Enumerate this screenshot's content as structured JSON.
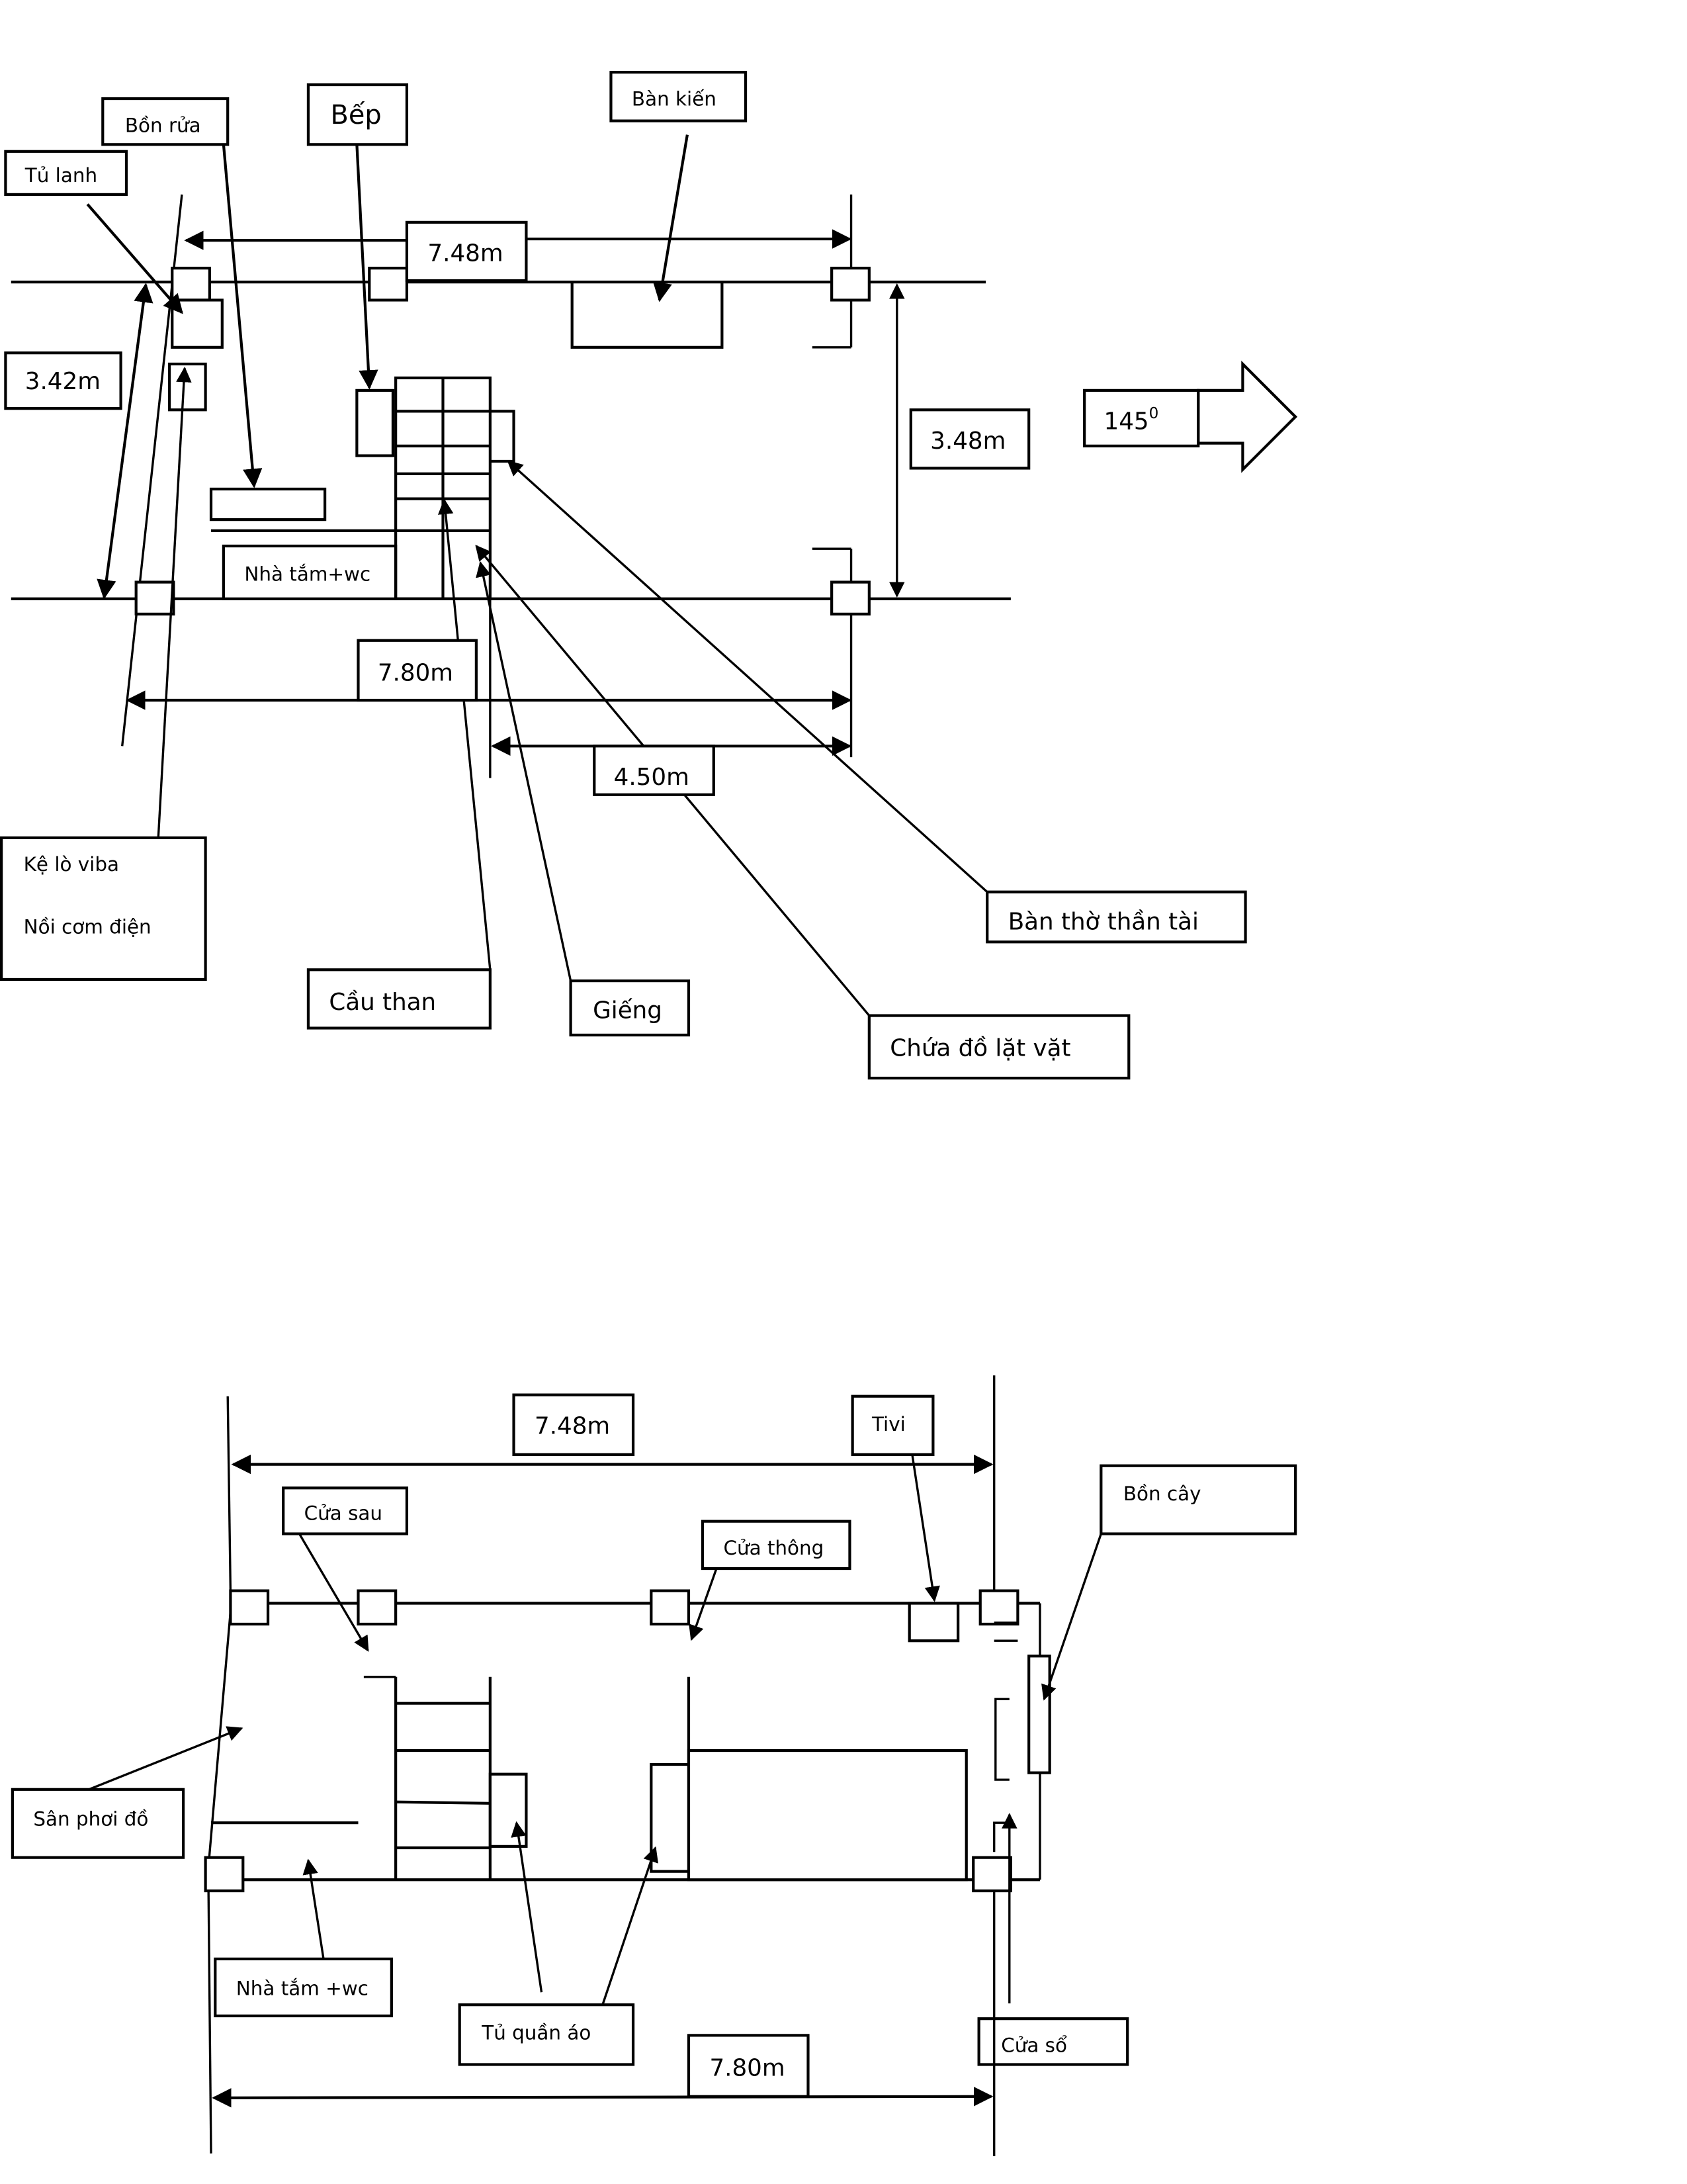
{
  "top_plan": {
    "labels": {
      "bon_rua": "Bồn rửa",
      "bep": "Bếp",
      "ban_kien": "Bàn kiến",
      "tu_lanh": "Tủ lanh",
      "nha_tam": "Nhà tắm+wc",
      "ke_lo_viba_line1": "Kệ lò viba",
      "ke_lo_viba_line2": "Nồi cơm điện",
      "cau_than": "Cầu than",
      "gieng": "Giếng",
      "ban_tho": "Bàn thờ thần tài",
      "chua_do": "Chứa đồ lặt vặt"
    },
    "dimensions": {
      "width_top": "7.48m",
      "height_left": "3.42m",
      "height_right": "3.48m",
      "width_bottom": "7.80m",
      "partial": "4.50m"
    },
    "compass": {
      "value": "145",
      "unit_sup": "0"
    }
  },
  "bottom_plan": {
    "labels": {
      "cua_sau": "Cửa sau",
      "cua_thong": "Cửa thông",
      "tivi": "Tivi",
      "bon_cay": "Bồn cây",
      "san_phoi": "Sân phơi đồ",
      "nha_tam": "Nhà tắm +wc",
      "tu_quan_ao": "Tủ quần áo",
      "cua_so": "Cửa sổ"
    },
    "dimensions": {
      "width_top": "7.48m",
      "width_bottom": "7.80m"
    }
  }
}
